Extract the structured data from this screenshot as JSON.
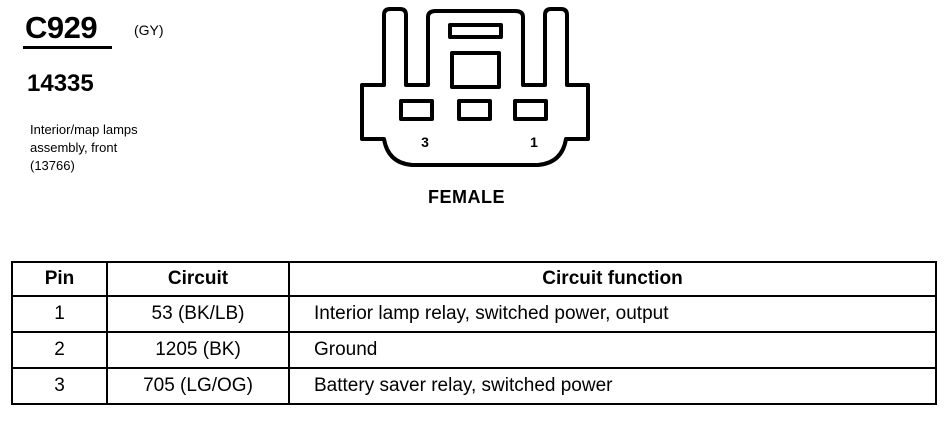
{
  "connector": {
    "id": "C929",
    "color_code": "(GY)",
    "part_number": "14335",
    "description_lines": [
      "Interior/map lamps",
      "assembly, front",
      "(13766)"
    ],
    "gender": "FEMALE",
    "pin_labels": {
      "left": "3",
      "right": "1"
    }
  },
  "table": {
    "headers": {
      "pin": "Pin",
      "circuit": "Circuit",
      "function": "Circuit function"
    },
    "rows": [
      {
        "pin": "1",
        "circuit": "53 (BK/LB)",
        "function": "Interior lamp relay, switched power, output"
      },
      {
        "pin": "2",
        "circuit": "1205 (BK)",
        "function": "Ground"
      },
      {
        "pin": "3",
        "circuit": "705 (LG/OG)",
        "function": "Battery saver relay, switched power"
      }
    ]
  }
}
